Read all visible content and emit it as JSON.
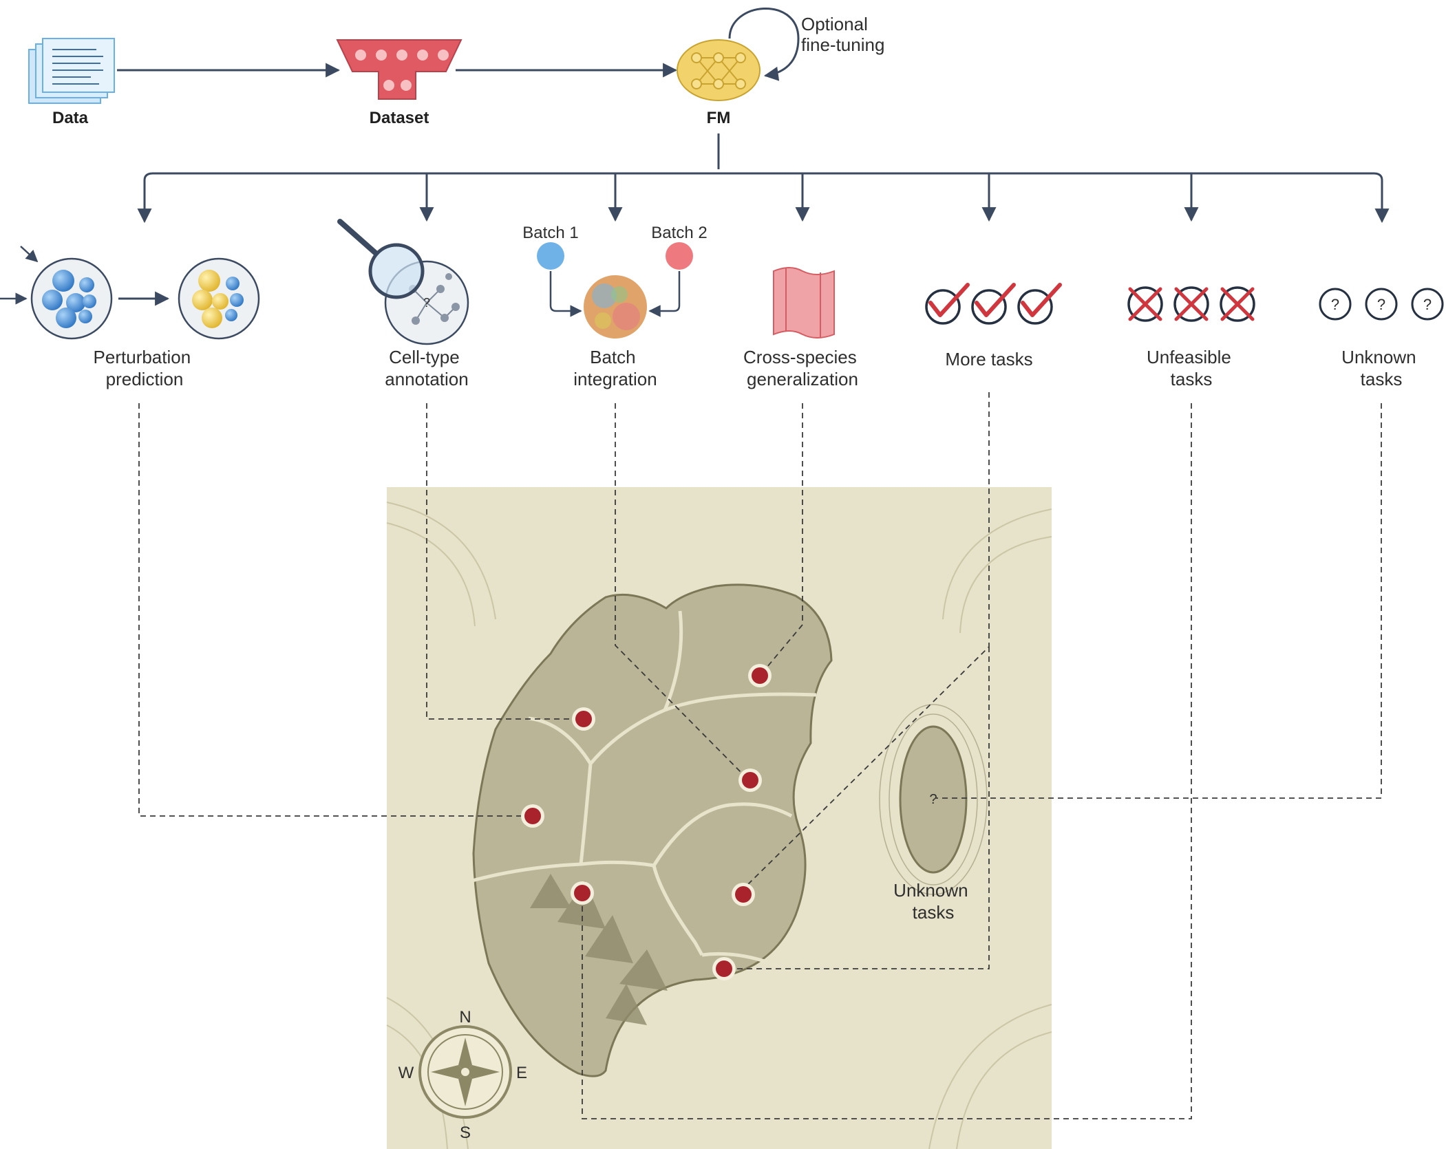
{
  "pipeline": {
    "data_label": "Data",
    "dataset_label": "Dataset",
    "fm_label": "FM",
    "finetune_line1": "Optional",
    "finetune_line2": "fine-tuning"
  },
  "tasks": {
    "perturbation": [
      "Perturbation",
      "prediction"
    ],
    "celltype": [
      "Cell-type",
      "annotation"
    ],
    "batch": [
      "Batch",
      "integration"
    ],
    "batch1": "Batch 1",
    "batch2": "Batch 2",
    "crossspecies": [
      "Cross-species",
      "generalization"
    ],
    "more": "More tasks",
    "unfeasible": [
      "Unfeasible",
      "tasks"
    ],
    "unknown": [
      "Unknown",
      "tasks"
    ],
    "question_mark": "?"
  },
  "map": {
    "island_label": [
      "Unknown",
      "tasks"
    ],
    "island_marker": "?",
    "compass": {
      "n": "N",
      "s": "S",
      "e": "E",
      "w": "W"
    }
  },
  "colors": {
    "arrow": "#3b4a60",
    "map_bg": "#e7e3cb",
    "land": "#b9b596",
    "land_edge": "#7b7757",
    "pin": "#a8232b",
    "check": "#d0363d",
    "blue": "#4a8fd4",
    "yellow": "#ecc847",
    "dataset": "#e05a63"
  }
}
